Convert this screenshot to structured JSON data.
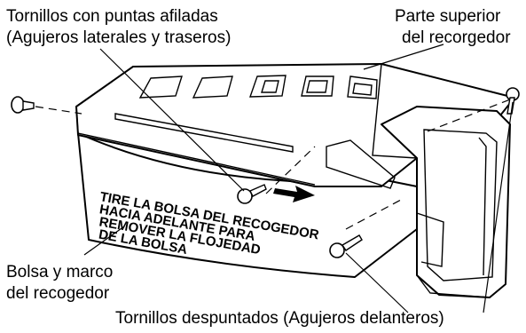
{
  "labels": {
    "sharp_screws": [
      "Tornillos con puntas afiladas",
      "(Agujeros laterales y traseros)"
    ],
    "catcher_top": [
      "Parte superior",
      "del recorgedor"
    ],
    "bag_frame": [
      "Bolsa y marco",
      "del recogedor"
    ],
    "blunt_screws": "Tornillos despuntados (Agujeros delanteros)"
  },
  "instruction": [
    "TIRE LA BOLSA DEL RECOGEDOR",
    "HACIA ADELANTE PARA",
    "REMOVER LA FLOJEDAD",
    "DE LA BOLSA"
  ]
}
